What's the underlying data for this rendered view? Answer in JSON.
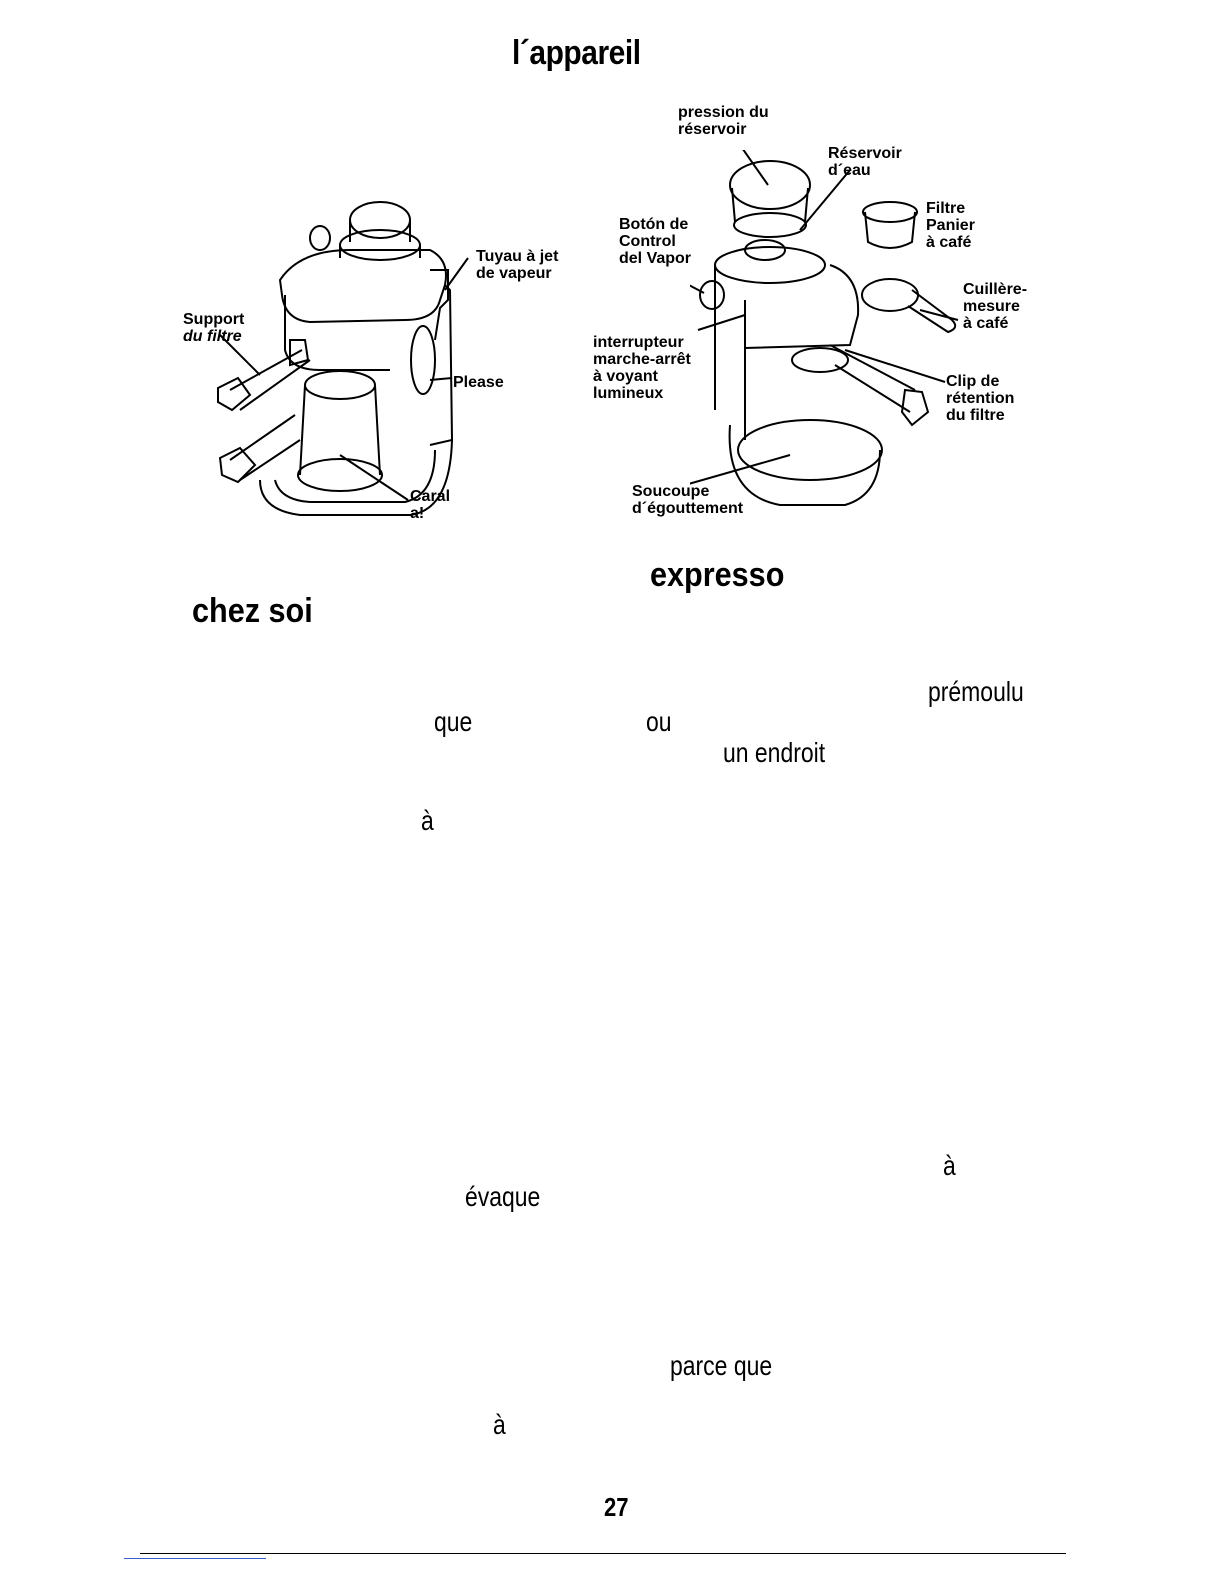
{
  "page": {
    "title": "l´appareil",
    "heading_right": "expresso",
    "heading_left": "chez soi",
    "page_number": "27"
  },
  "labels": {
    "support_filtre": "Support",
    "support_filtre_2": "du filtre",
    "tuyau_vapeur": "Tuyau à jet\nde vapeur",
    "please": "Please",
    "carafe": "Caral\na!",
    "pression": "pression du\nréservoir",
    "reservoir": "Réservoir\nd´eau",
    "filtre_panier": "Filtre\nPanier\nà café",
    "boton": "Botón de\nControl\ndel Vapor",
    "cuillere": "Cuillère-\nmesure\nà café",
    "interrupteur": "interrupteur\nmarche-arrêt\nà voyant\nlumineux",
    "clip": "Clip de\nrétention\ndu filtre",
    "soucoupe": "Soucoupe\nd´égouttement"
  },
  "body_words": {
    "premoulu": "prémoulu",
    "que": "que",
    "ou": "ou",
    "un_endroit": "un endroit",
    "a1": "à",
    "a2": "à",
    "evaque": "évaque",
    "parce_que": "parce que",
    "a3": "à"
  }
}
